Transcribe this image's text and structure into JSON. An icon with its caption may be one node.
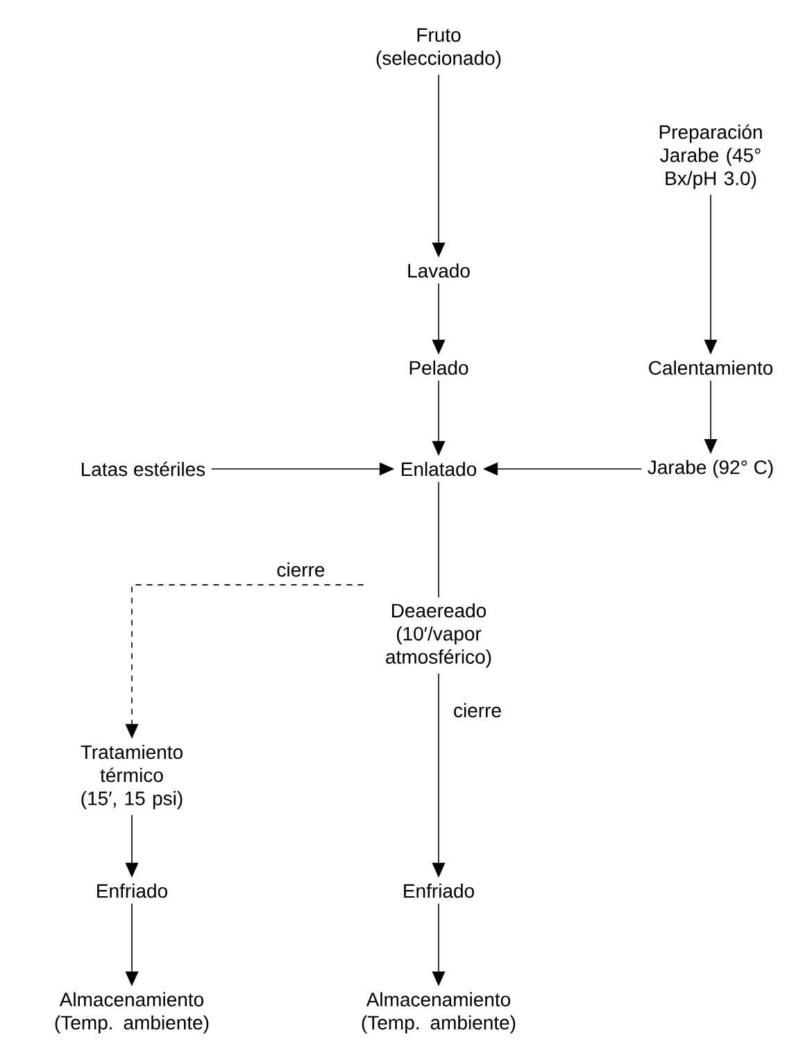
{
  "diagram": {
    "nodes": [
      {
        "text": [
          "Fruto (seleccionado)"
        ]
      },
      {
        "text": [
          "Preparación Jarabe (45° Bx/pH 3.0)"
        ]
      },
      {
        "text": [
          "Lavado"
        ]
      },
      {
        "text": [
          "Pelado"
        ]
      },
      {
        "text": [
          "Calentamiento"
        ]
      },
      {
        "text": [
          "Latas estériles"
        ]
      },
      {
        "text": [
          "Enlatado"
        ]
      },
      {
        "text": [
          "Jarabe (92° C)"
        ]
      },
      {
        "text": [
          "Deaereado (10′/vapor atmosférico)"
        ]
      },
      {
        "text": [
          "Tratamiento térmico (15′, 15 psi)"
        ]
      },
      {
        "text": [
          "Enfriado"
        ]
      },
      {
        "text": [
          "Enfriado"
        ]
      },
      {
        "text": [
          "Almacenamiento (Temp. ambiente)"
        ]
      },
      {
        "text": [
          "Almacenamiento (Temp. ambiente)"
        ]
      }
    ],
    "edges": [
      {
        "from": 0,
        "to": 2,
        "arrow": "to"
      },
      {
        "from": 2,
        "to": 3,
        "arrow": "to"
      },
      {
        "from": 3,
        "to": 6,
        "arrow": "to"
      },
      {
        "from": 1,
        "to": 4,
        "arrow": "to"
      },
      {
        "from": 4,
        "to": 7,
        "arrow": "to"
      },
      {
        "from": 5,
        "to": 6,
        "arrow": "to"
      },
      {
        "from": 7,
        "to": 6,
        "arrow": "to"
      },
      {
        "from": 6,
        "to": 8,
        "arrow": "none"
      },
      {
        "from": 8,
        "to": 9,
        "arrow": "to",
        "label": "cierre",
        "style": "dashed"
      },
      {
        "from": 8,
        "to": 11,
        "arrow": "to",
        "label": "cierre"
      },
      {
        "from": 9,
        "to": 10,
        "arrow": "to"
      },
      {
        "from": 10,
        "to": 12,
        "arrow": "to"
      },
      {
        "from": 11,
        "to": 13,
        "arrow": "to"
      }
    ]
  }
}
